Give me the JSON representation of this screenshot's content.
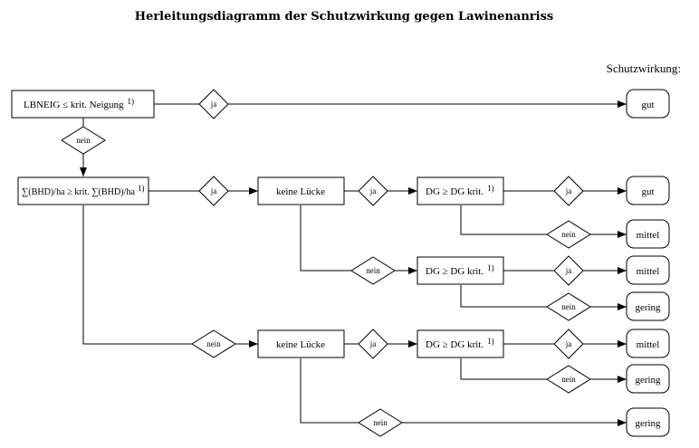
{
  "title": "Herleitungsdiagramm der Schutzwirkung gegen Lawinenanriss",
  "header_label": "Schutzwirkung:",
  "boxes": {
    "b1": "LBNEIG  ≤ krit. Neigung",
    "b2": "∑(BHD)/ha ≥ krit. ∑(BHD)/ha",
    "b3": "keine Lücke",
    "b4": "DG ≥ DG krit.",
    "b5": "DG ≥ DG krit.",
    "b6": "keine Lücke",
    "b7": "DG ≥ DG krit."
  },
  "footnote_marker": "1)",
  "decisions": {
    "ja": "ja",
    "nein": "nein"
  },
  "outcomes": {
    "o1": "gut",
    "o2": "gut",
    "o3": "mittel",
    "o4": "mittel",
    "o5": "gering",
    "o6": "mittel",
    "o7": "gering",
    "o8": "gering"
  }
}
